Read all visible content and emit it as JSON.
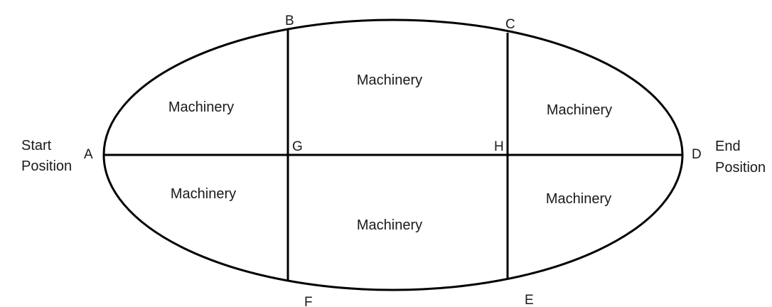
{
  "diagram": {
    "points": {
      "a": "A",
      "b": "B",
      "c": "C",
      "d": "D",
      "e": "E",
      "f": "F",
      "g": "G",
      "h": "H"
    },
    "start": {
      "line1": "Start",
      "line2": "Position"
    },
    "end": {
      "line1": "End",
      "line2": "Position"
    },
    "regions": {
      "top_left": "Machinery",
      "top_middle": "Machinery",
      "top_right": "Machinery",
      "bottom_left": "Machinery",
      "bottom_middle": "Machinery",
      "bottom_right": "Machinery"
    },
    "colors": {
      "stroke": "#000000",
      "text": "#1a1a1a",
      "background": "#ffffff"
    }
  }
}
